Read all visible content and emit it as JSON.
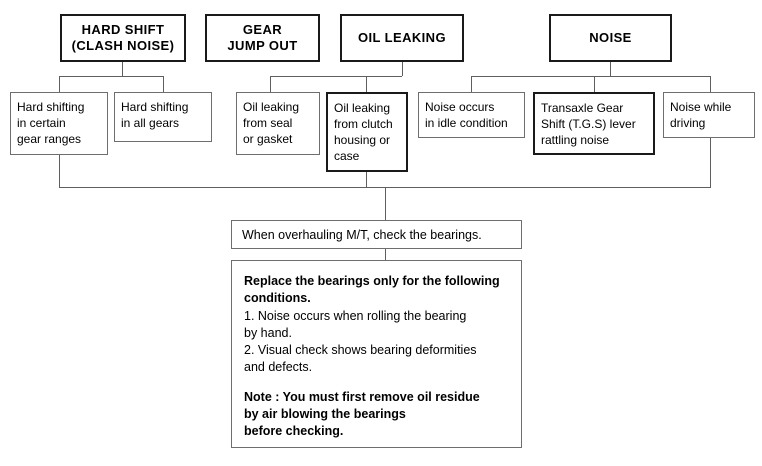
{
  "diagram": {
    "title": "Manual Transaxle Bearing Troubleshooting Flowchart",
    "type": "flowchart",
    "line_color": "#5f5f5f",
    "box_border_color": "#6e6e6e",
    "heavy_border_color": "#1a1a1a",
    "background": "#ffffff"
  },
  "symptoms": [
    {
      "id": "hard-shift",
      "label": "HARD SHIFT\n(CLASH NOISE)"
    },
    {
      "id": "gear-jump-out",
      "label": "GEAR\nJUMP OUT"
    },
    {
      "id": "oil-leaking",
      "label": "OIL LEAKING"
    },
    {
      "id": "noise",
      "label": "NOISE"
    }
  ],
  "details": [
    {
      "id": "hard-shifting-certain",
      "label": "Hard shifting\nin certain\ngear ranges"
    },
    {
      "id": "hard-shifting-all",
      "label": "Hard shifting\nin all gears"
    },
    {
      "id": "oil-leaking-seal",
      "label": "Oil leaking\nfrom seal\nor gasket"
    },
    {
      "id": "oil-leaking-clutch",
      "label": "Oil leaking\nfrom clutch\nhousing or\ncase"
    },
    {
      "id": "noise-idle",
      "label": "Noise occurs\nin idle condition"
    },
    {
      "id": "tgs-lever-rattling",
      "label": "Transaxle Gear\nShift (T.G.S) lever\nrattling noise"
    },
    {
      "id": "noise-driving",
      "label": "Noise while\ndriving"
    }
  ],
  "summary": {
    "label": "When overhauling M/T, check the bearings."
  },
  "instructions": {
    "heading": "Replace the bearings only for the following\nconditions.",
    "items": [
      "1. Noise occurs when rolling the bearing\n     by hand.",
      "2. Visual check shows bearing deformities\n     and defects."
    ],
    "note": "Note : You must first remove oil residue\n            by air blowing the bearings\n            before checking."
  }
}
